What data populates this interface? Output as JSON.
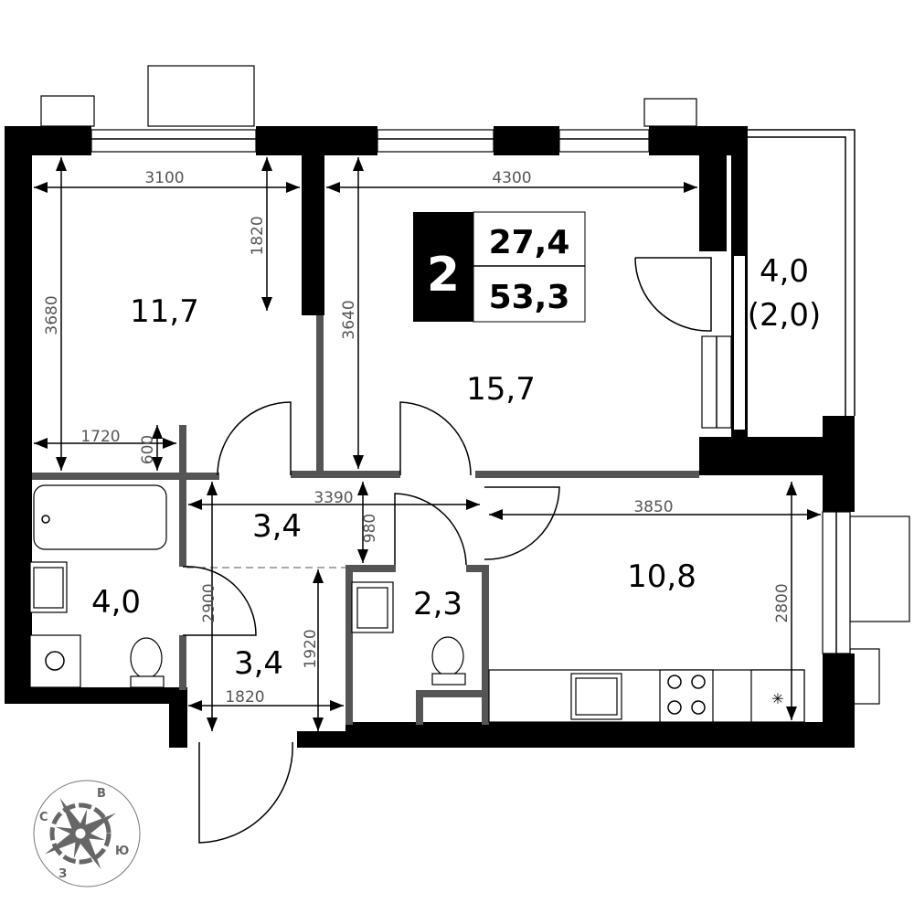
{
  "plan": {
    "rooms_count": "2",
    "living_area": "27,4",
    "total_area": "53,3",
    "rooms": {
      "bedroom": "11,7",
      "living_room": "15,7",
      "balcony": "4,0",
      "balcony_reduced": "(2,0)",
      "hall": "3,4",
      "bathroom": "4,0",
      "corridor": "3,4",
      "wc": "2,3",
      "kitchen": "10,8"
    },
    "dimensions": {
      "bedroom_width": "3100",
      "living_width": "4300",
      "bedroom_window_depth": "1820",
      "bedroom_length": "3680",
      "living_length": "3640",
      "bath_width": "1720",
      "bath_gap": "600",
      "hall_width": "3390",
      "hall_depth": "980",
      "kitchen_width": "3850",
      "kitchen_length": "2800",
      "corridor_length": "2900",
      "corridor_depth": "1920",
      "corridor_width": "1820"
    },
    "compass": {
      "n": "С",
      "e": "В",
      "s": "Ю",
      "w": "З"
    }
  }
}
